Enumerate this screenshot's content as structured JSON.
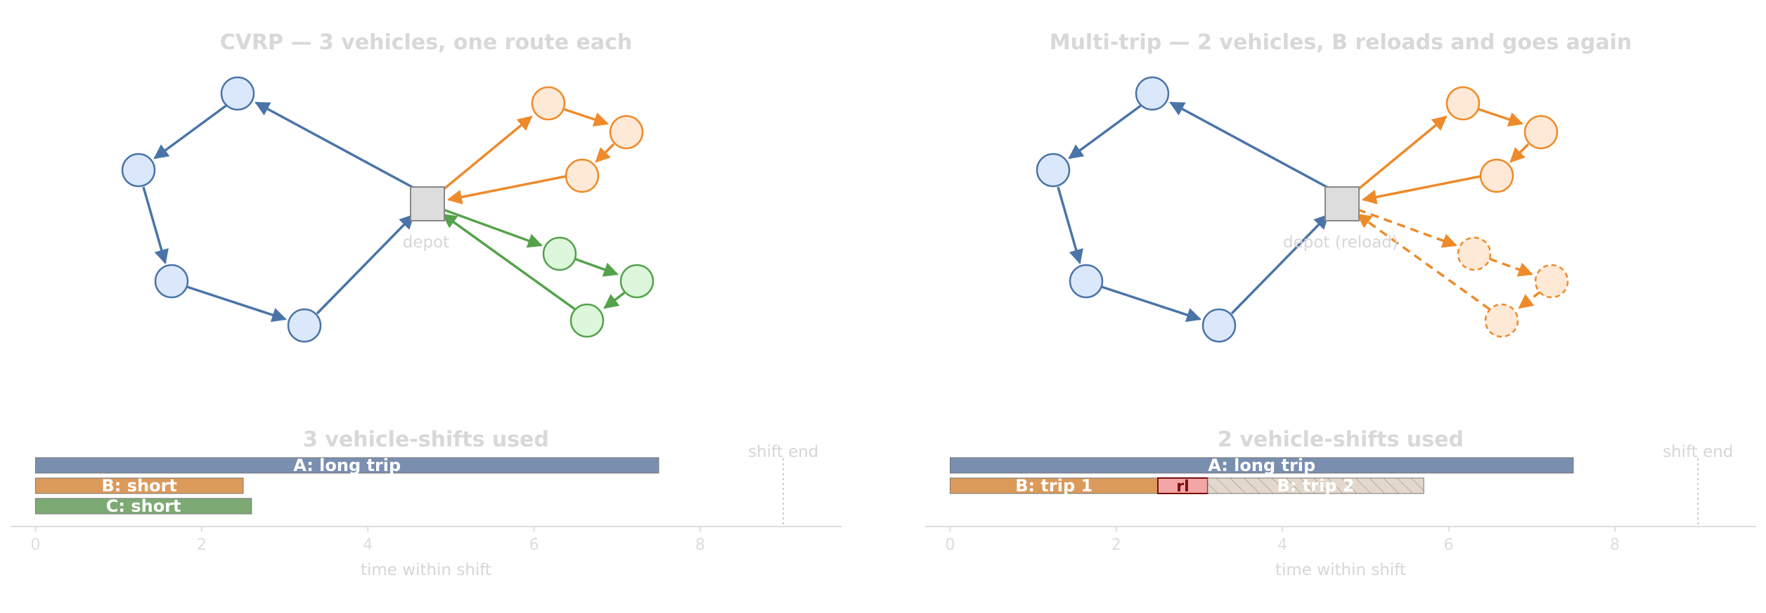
{
  "left_panel": {
    "title": "CVRP — 3 vehicles, one route each",
    "depot_label": "depot",
    "timeline_title": "3 vehicle-shifts used",
    "shift_end_label": "shift end",
    "xlabel": "time within shift",
    "bars": [
      {
        "label": "A: long trip",
        "start": 0,
        "end": 7.5,
        "color": "#7a8fb0",
        "kind": "normal"
      },
      {
        "label": "B: short",
        "start": 0,
        "end": 2.5,
        "color": "#dc9a5a",
        "kind": "normal"
      },
      {
        "label": "C: short",
        "start": 0,
        "end": 2.6,
        "color": "#7daa74",
        "kind": "normal"
      }
    ]
  },
  "right_panel": {
    "title": "Multi-trip — 2 vehicles, B reloads and goes again",
    "depot_label": "depot (reload)",
    "timeline_title": "2 vehicle-shifts used",
    "shift_end_label": "shift end",
    "xlabel": "time within shift",
    "bars_row1": [
      {
        "label": "A: long trip",
        "start": 0,
        "end": 7.5,
        "color": "#7a8fb0",
        "kind": "normal"
      }
    ],
    "bars_row2": [
      {
        "label": "B: trip 1",
        "start": 0,
        "end": 2.5,
        "color": "#dc9a5a",
        "kind": "normal"
      },
      {
        "label": "rl",
        "start": 2.5,
        "end": 3.1,
        "color": "#f4a6a6",
        "kind": "reload"
      },
      {
        "label": "B: trip 2",
        "start": 3.1,
        "end": 5.7,
        "color": "#e3d8cc",
        "kind": "hatched"
      }
    ]
  },
  "axis": {
    "ticks": [
      "0",
      "2",
      "4",
      "6",
      "8"
    ],
    "xlim": [
      -0.3,
      9.7
    ],
    "shift_end": 9
  },
  "colors": {
    "blue_stroke": "#4a74a8",
    "blue_fill": "#dbe8fb",
    "orange_stroke": "#ee8a2a",
    "orange_fill": "#fde9d5",
    "green_stroke": "#54a24b",
    "green_fill": "#dcf7dc",
    "depot_fill": "#dddddd",
    "depot_stroke": "#888888"
  }
}
